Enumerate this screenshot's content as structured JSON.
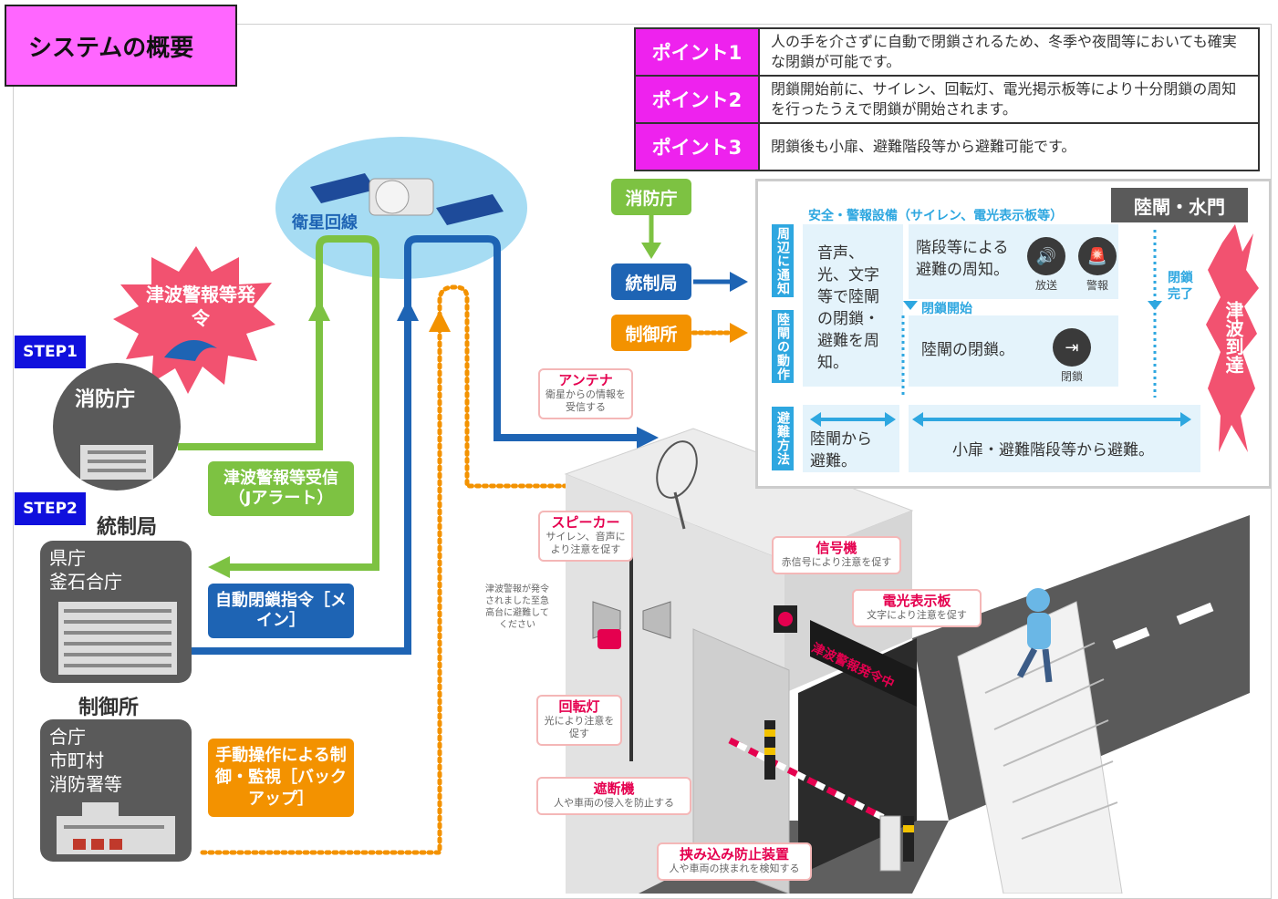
{
  "title": "システムの概要",
  "points": [
    {
      "label": "ポイント1",
      "text": "人の手を介さずに自動で閉鎖されるため、冬季や夜間等においても確実な閉鎖が可能です。"
    },
    {
      "label": "ポイント2",
      "text": "閉鎖開始前に、サイレン、回転灯、電光掲示板等により十分閉鎖の周知を行ったうえで閉鎖が開始されます。"
    },
    {
      "label": "ポイント3",
      "text": "閉鎖後も小扉、避難階段等から避難可能です。"
    }
  ],
  "satellite": {
    "label": "衛星回線"
  },
  "tsunami_burst": {
    "text": "津波警報等発令"
  },
  "steps": {
    "step1": "STEP1",
    "step2": "STEP2"
  },
  "fdma": {
    "label": "消防庁"
  },
  "control_bureau": {
    "label": "統制局",
    "lines": [
      "県庁",
      "釜石合庁"
    ]
  },
  "control_station": {
    "label": "制御所",
    "lines": [
      "合庁",
      "市町村",
      "消防署等"
    ]
  },
  "tags": {
    "jalert": "津波警報等受信（Jアラート）",
    "auto_close": "自動閉鎖指令［メイン］",
    "manual": "手動操作による制御・監視［バックアップ］"
  },
  "legend": {
    "fdma": "消防庁",
    "bureau": "統制局",
    "station": "制御所"
  },
  "flow": {
    "safety_title": "安全・警報設備（サイレン、電光表示板等）",
    "gate_title": "陸閘・水門",
    "row_labels": [
      "周辺に通知",
      "陸閘の動作",
      "避難方法"
    ],
    "notify_text": "音声、光、文字等で陸閘の閉鎖・避難を周知。",
    "stairs_text": "階段等による避難の周知。",
    "broadcast": "放送",
    "alarm": "警報",
    "close_start": "閉鎖開始",
    "close_done": "閉鎖完了",
    "gate_close_text": "陸閘の閉鎖。",
    "close_icon": "閉鎖",
    "evac_gate": "陸閘から避難。",
    "evac_door": "小扉・避難階段等から避難。",
    "tsunami_arrival": "津波到達"
  },
  "callouts": [
    {
      "title": "アンテナ",
      "sub": "衛星からの情報を受信する"
    },
    {
      "title": "スピーカー",
      "sub": "サイレン、音声により注意を促す"
    },
    {
      "title": "信号機",
      "sub": "赤信号により注意を促す"
    },
    {
      "title": "電光表示板",
      "sub": "文字により注意を促す"
    },
    {
      "title": "回転灯",
      "sub": "光により注意を促す"
    },
    {
      "title": "遮断機",
      "sub": "人や車両の侵入を防止する"
    },
    {
      "title": "挟み込み防止装置",
      "sub": "人や車両の挟まれを検知する"
    }
  ],
  "speaker_message": "津波警報が発令されました至急高台に避難してください",
  "sign_board": "津波警報発令中",
  "colors": {
    "magenta": "#ee22ee",
    "green": "#7dc242",
    "blue": "#1e64b4",
    "orange": "#f39200",
    "cyan": "#2ea7e0",
    "red": "#e5004f"
  }
}
